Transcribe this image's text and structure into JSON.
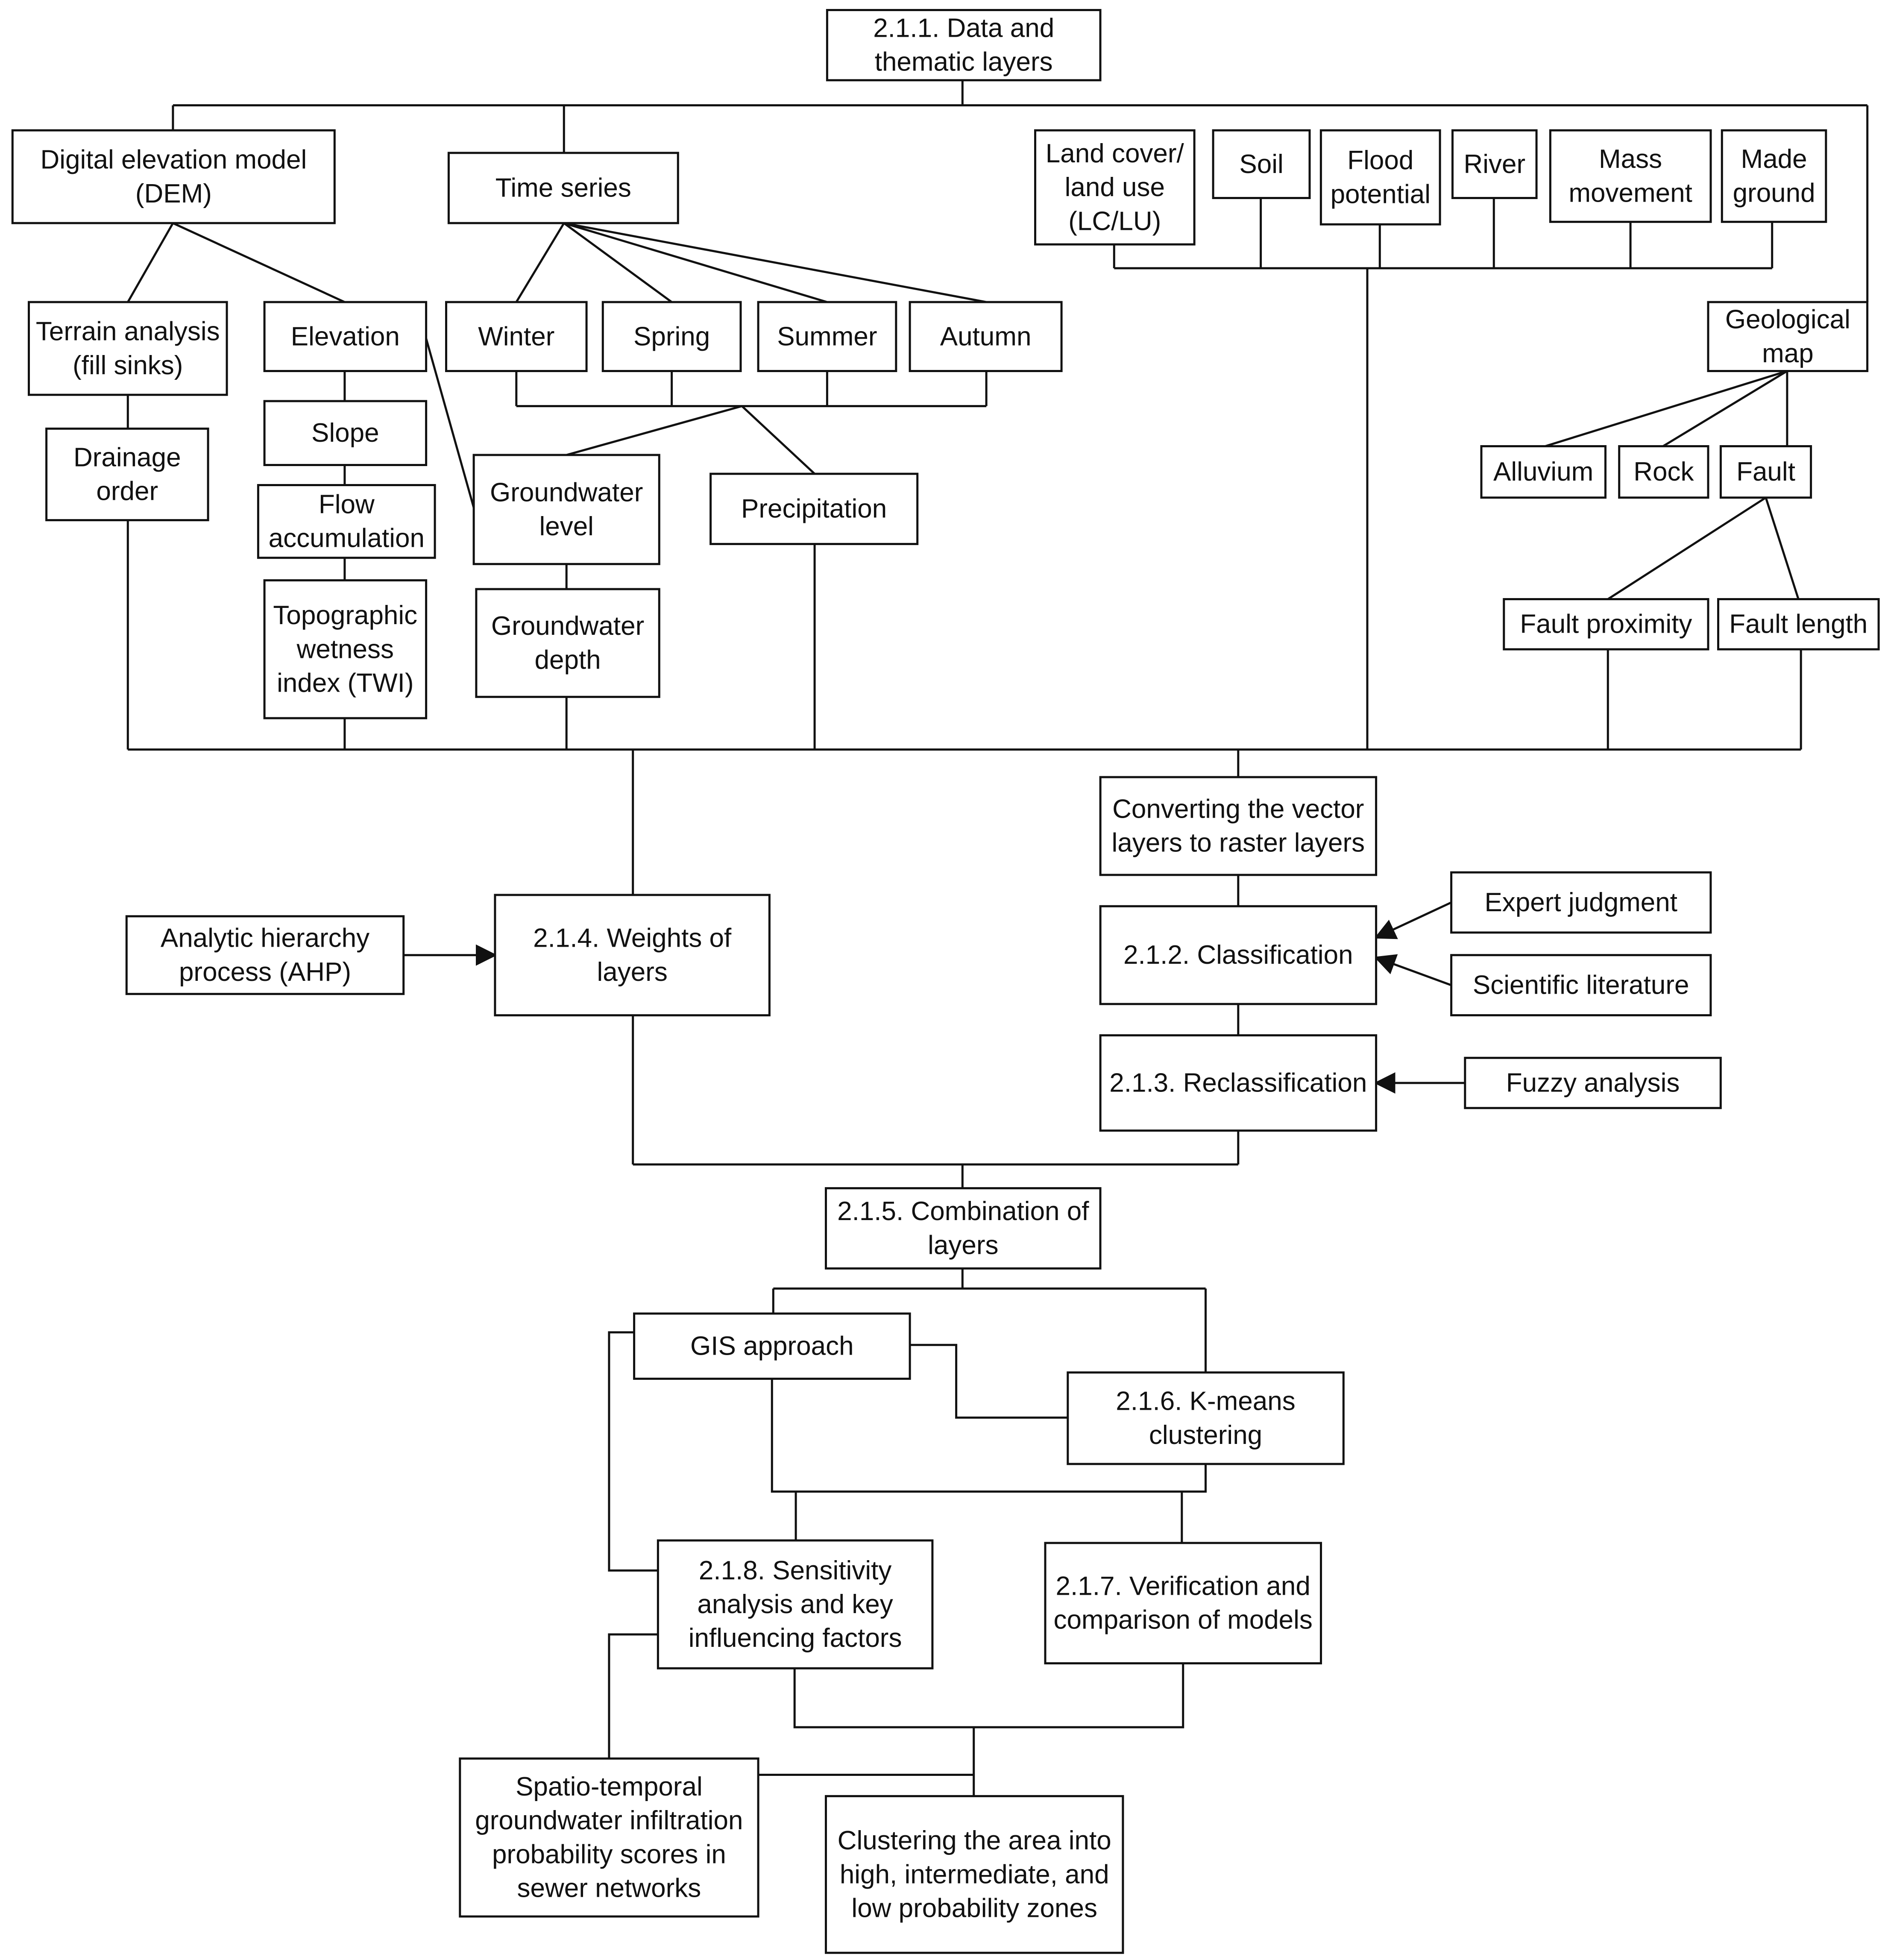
{
  "nodes": {
    "data_layers": [
      "2.1.1. Data and",
      "thematic layers"
    ],
    "dem": [
      "Digital elevation model",
      "(DEM)"
    ],
    "time_series": [
      "Time series"
    ],
    "lclu": [
      "Land cover/",
      "land use",
      "(LC/LU)"
    ],
    "soil": [
      "Soil"
    ],
    "flood": [
      "Flood",
      "potential"
    ],
    "river": [
      "River"
    ],
    "mass": [
      "Mass",
      "movement"
    ],
    "made": [
      "Made",
      "ground"
    ],
    "terrain": [
      "Terrain analysis",
      "(fill sinks)"
    ],
    "elevation": [
      "Elevation"
    ],
    "winter": [
      "Winter"
    ],
    "spring": [
      "Spring"
    ],
    "summer": [
      "Summer"
    ],
    "autumn": [
      "Autumn"
    ],
    "geo_map": [
      "Geological",
      "map"
    ],
    "slope": [
      "Slope"
    ],
    "drainage": [
      "Drainage",
      "order"
    ],
    "flow_acc": [
      "Flow",
      "accumulation"
    ],
    "gw_level": [
      "Groundwater",
      "level"
    ],
    "precipitation": [
      "Precipitation"
    ],
    "alluvium": [
      "Alluvium"
    ],
    "rock": [
      "Rock"
    ],
    "fault": [
      "Fault"
    ],
    "twi": [
      "Topographic",
      "wetness",
      "index (TWI)"
    ],
    "gw_depth": [
      "Groundwater",
      "depth"
    ],
    "fault_prox": [
      "Fault proximity"
    ],
    "fault_len": [
      "Fault length"
    ],
    "convert": [
      "Converting the vector",
      "layers to raster layers"
    ],
    "expert": [
      "Expert judgment"
    ],
    "ahp": [
      "Analytic hierarchy",
      "process (AHP)"
    ],
    "weights": [
      "2.1.4. Weights of",
      "layers"
    ],
    "classification": [
      "2.1.2. Classification"
    ],
    "sci_lit": [
      "Scientific literature"
    ],
    "reclass": [
      "2.1.3. Reclassification"
    ],
    "fuzzy": [
      "Fuzzy analysis"
    ],
    "combination": [
      "2.1.5. Combination of",
      "layers"
    ],
    "gis": [
      "GIS approach"
    ],
    "kmeans": [
      "2.1.6. K-means",
      "clustering"
    ],
    "sensitivity": [
      "2.1.8. Sensitivity",
      "analysis and key",
      "influencing factors"
    ],
    "verification": [
      "2.1.7. Verification and",
      "comparison of models"
    ],
    "scores": [
      "Spatio-temporal",
      "groundwater infiltration",
      "probability scores in",
      "sewer networks"
    ],
    "zones": [
      "Clustering the area into",
      "high, intermediate, and",
      "low probability zones"
    ]
  }
}
